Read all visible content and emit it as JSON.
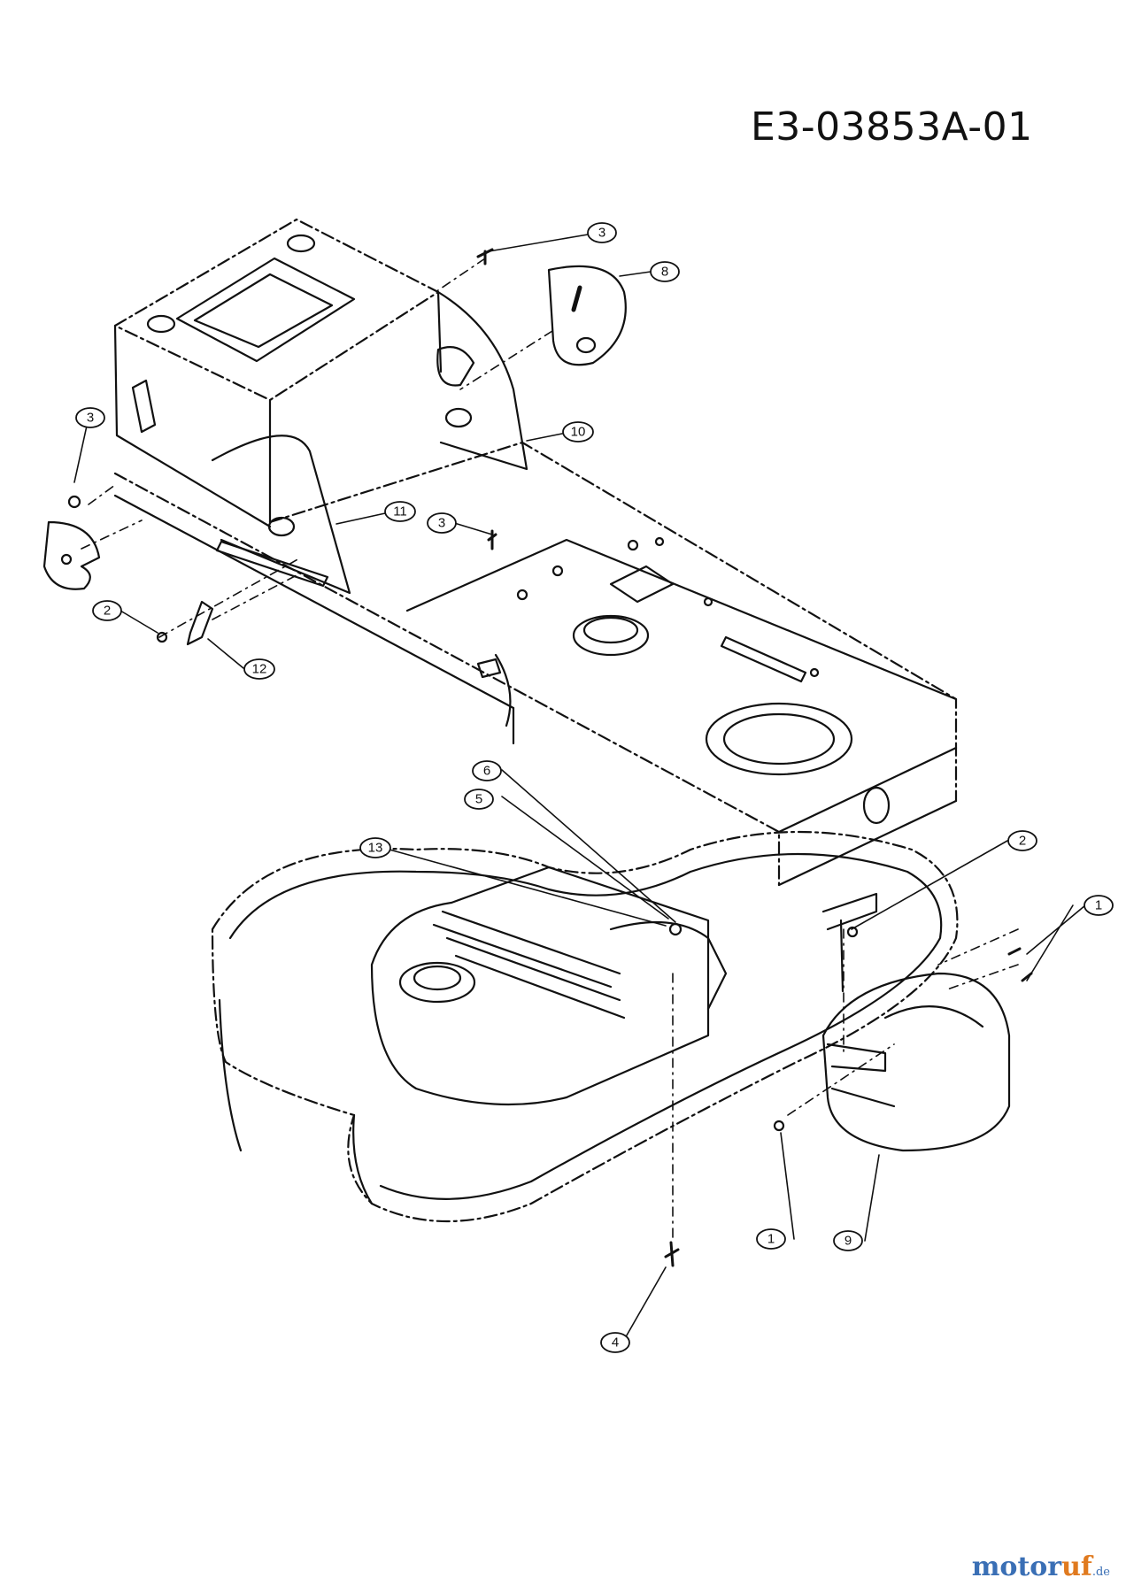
{
  "drawing_id": "E3-03853A-01",
  "watermark": {
    "part1": "motor",
    "part2": "uf",
    "suffix": ".de"
  },
  "callouts": {
    "c1a": "1",
    "c1b": "1",
    "c2a": "2",
    "c2b": "2",
    "c3a": "3",
    "c3b": "3",
    "c3c": "3",
    "c4": "4",
    "c5": "5",
    "c6": "6",
    "c8": "8",
    "c9": "9",
    "c10": "10",
    "c11": "11",
    "c12": "12",
    "c13": "13"
  }
}
